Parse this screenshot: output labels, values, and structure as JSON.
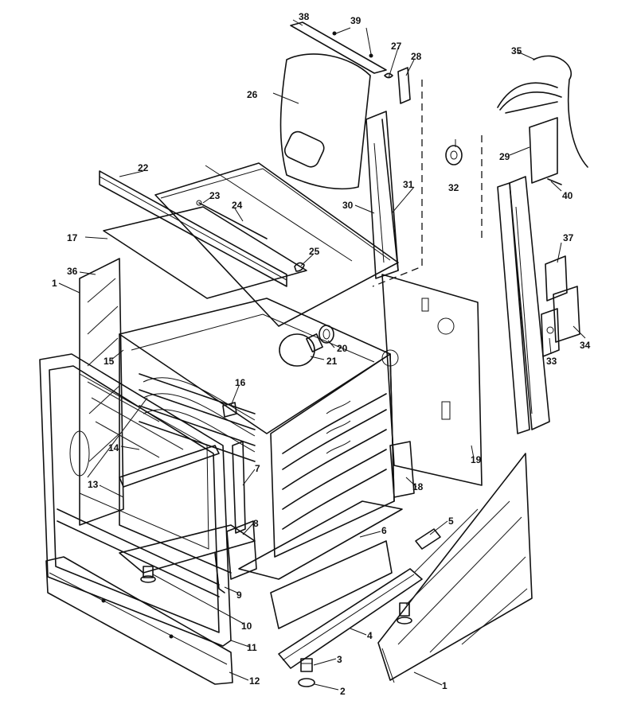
{
  "callouts": [
    {
      "id": "1",
      "text": "1"
    },
    {
      "id": "1b",
      "text": "1"
    },
    {
      "id": "2",
      "text": "2"
    },
    {
      "id": "3",
      "text": "3"
    },
    {
      "id": "4",
      "text": "4"
    },
    {
      "id": "5",
      "text": "5"
    },
    {
      "id": "6",
      "text": "6"
    },
    {
      "id": "7",
      "text": "7"
    },
    {
      "id": "8",
      "text": "8"
    },
    {
      "id": "9",
      "text": "9"
    },
    {
      "id": "10",
      "text": "10"
    },
    {
      "id": "11",
      "text": "11"
    },
    {
      "id": "12",
      "text": "12"
    },
    {
      "id": "13",
      "text": "13"
    },
    {
      "id": "14",
      "text": "14"
    },
    {
      "id": "15",
      "text": "15"
    },
    {
      "id": "16",
      "text": "16"
    },
    {
      "id": "17",
      "text": "17"
    },
    {
      "id": "18",
      "text": "18"
    },
    {
      "id": "19",
      "text": "19"
    },
    {
      "id": "20",
      "text": "20"
    },
    {
      "id": "21",
      "text": "21"
    },
    {
      "id": "22",
      "text": "22"
    },
    {
      "id": "23",
      "text": "23"
    },
    {
      "id": "24",
      "text": "24"
    },
    {
      "id": "25",
      "text": "25"
    },
    {
      "id": "26",
      "text": "26"
    },
    {
      "id": "27",
      "text": "27"
    },
    {
      "id": "28",
      "text": "28"
    },
    {
      "id": "29",
      "text": "29"
    },
    {
      "id": "30",
      "text": "30"
    },
    {
      "id": "31",
      "text": "31"
    },
    {
      "id": "32",
      "text": "32"
    },
    {
      "id": "33",
      "text": "33"
    },
    {
      "id": "34",
      "text": "34"
    },
    {
      "id": "35",
      "text": "35"
    },
    {
      "id": "36",
      "text": "36"
    },
    {
      "id": "37",
      "text": "37"
    },
    {
      "id": "38",
      "text": "38"
    },
    {
      "id": "39",
      "text": "39"
    },
    {
      "id": "40",
      "text": "40"
    }
  ]
}
